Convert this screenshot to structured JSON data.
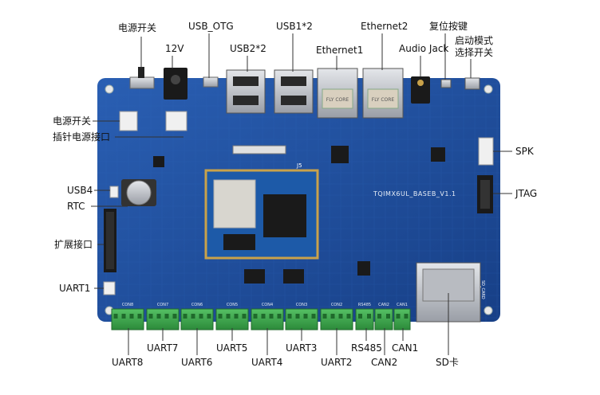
{
  "labels": {
    "power_switch_top": "电源开关",
    "v12": "12V",
    "usb_otg": "USB_OTG",
    "usb2x2": "USB2*2",
    "usb1x2": "USB1*2",
    "ethernet1": "Ethernet1",
    "ethernet2": "Ethernet2",
    "audio_jack": "Audio Jack",
    "reset_button": "复位按键",
    "boot_switch_line1": "启动模式",
    "boot_switch_line2": "选择开关",
    "power_switch_left": "电源开关",
    "pin_power": "插针电源接口",
    "usb4": "USB4",
    "rtc": "RTC",
    "expansion": "扩展接口",
    "uart1": "UART1",
    "spk": "SPK",
    "jtag": "JTAG",
    "uart8": "UART8",
    "uart7": "UART7",
    "uart6": "UART6",
    "uart5": "UART5",
    "uart4": "UART4",
    "uart3": "UART3",
    "uart2": "UART2",
    "rs485": "RS485",
    "can2": "CAN2",
    "can1": "CAN1",
    "sd": "SD卡"
  },
  "silkscreen": {
    "board_name": "TQIMX6UL_BASEB_V1.1",
    "som_label": "J5",
    "sd_label": "SD_CARD",
    "con_labels": [
      "CON8",
      "CON7",
      "CON6",
      "CON5",
      "CON4",
      "CON3",
      "CON2",
      "RS485",
      "CAN2",
      "CAN1"
    ],
    "eth_text": "FLY CORE"
  },
  "colors": {
    "pcb": "#1f4f9c",
    "pcb_dark": "#163f82",
    "terminal": "#3aa64a",
    "metal": "#c9ccd1",
    "gold": "#c9a24a",
    "leader": "#333333"
  }
}
